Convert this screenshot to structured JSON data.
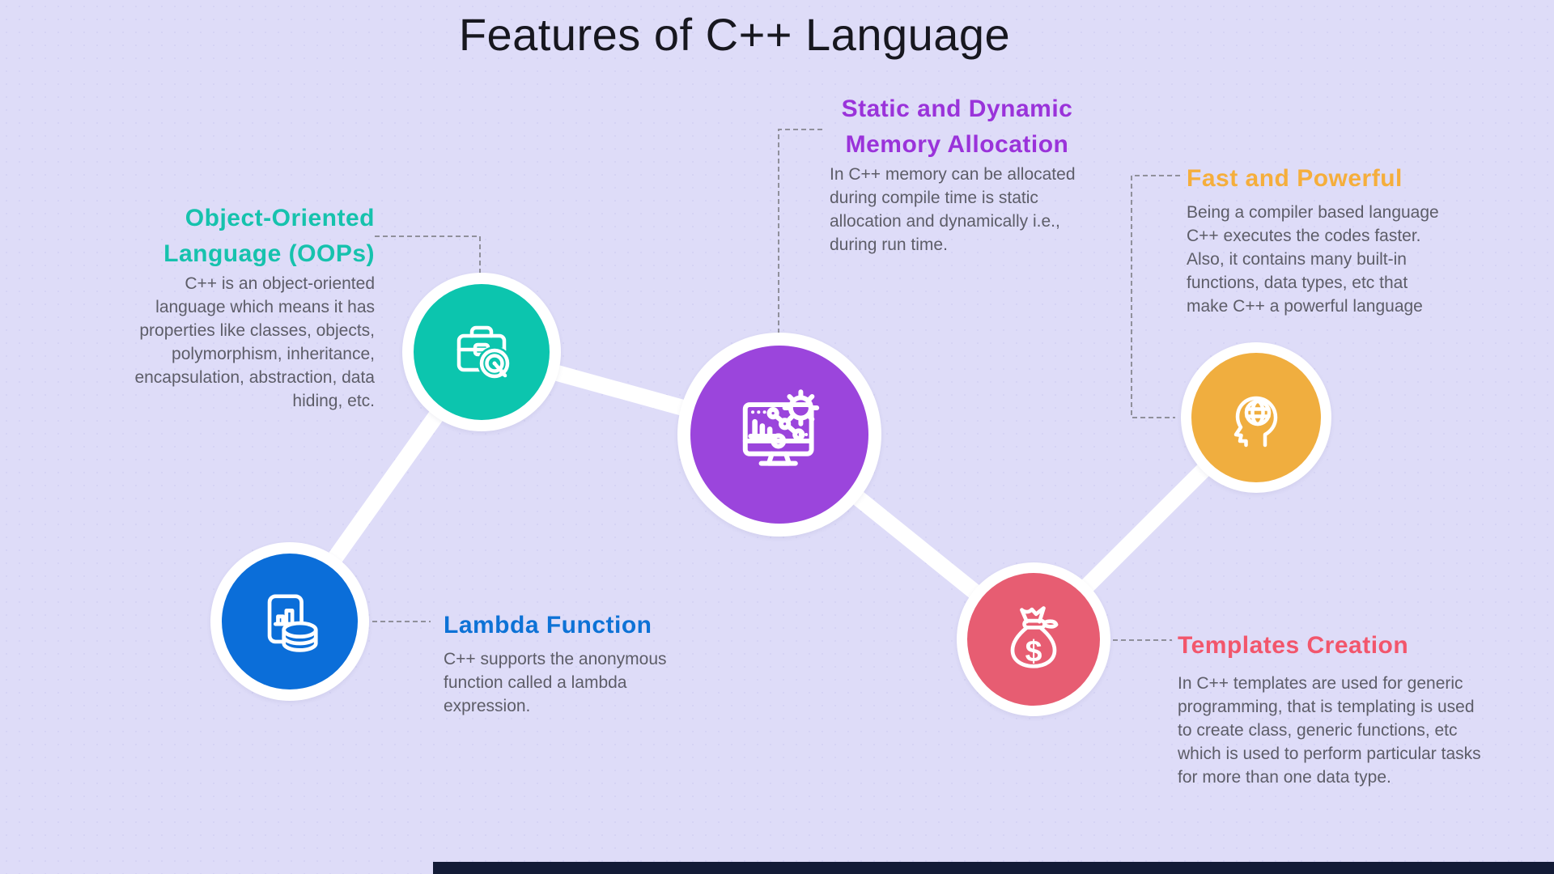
{
  "title": "Features of C++ Language",
  "canvas": {
    "background_color": "#dedcf8",
    "bottom_bar_color": "#131b36",
    "connector_line_color": "#ffffff",
    "dashed_line_color": "#90909b",
    "body_text_color": "#5d5d68"
  },
  "features": [
    {
      "id": "oop",
      "heading": "Object-Oriented\nLanguage (OOPs)",
      "body": "C++ is an object-oriented\nlanguage which means it has\nproperties like classes, objects,\npolymorphism, inheritance,\nencapsulation, abstraction, data\nhiding, etc.",
      "accent": "#16c2ad",
      "circle_color": "#0cc5ae",
      "icon": "briefcase-target-icon"
    },
    {
      "id": "memory",
      "heading": "Static and Dynamic\nMemory Allocation",
      "body": "In C++ memory can be allocated\nduring compile time is static\nallocation and dynamically i.e.,\nduring run time.",
      "accent": "#9a33da",
      "circle_color": "#9b45dc",
      "icon": "monitor-analytics-gear-icon"
    },
    {
      "id": "fast",
      "heading": "Fast and Powerful",
      "body": "Being a compiler based language\nC++ executes the codes faster.\nAlso, it contains many built-in\nfunctions, data types, etc that\nmake C++ a powerful language",
      "accent": "#f5ae3c",
      "circle_color": "#f0ae3f",
      "icon": "head-globe-icon"
    },
    {
      "id": "lambda",
      "heading": "Lambda Function",
      "body": "C++ supports the anonymous\nfunction called a lambda\nexpression.",
      "accent": "#0d72d6",
      "circle_color": "#0b6ed9",
      "icon": "tablet-chart-database-icon"
    },
    {
      "id": "templates",
      "heading": "Templates Creation",
      "body": "In C++ templates are used for generic\nprogramming, that is templating is used\nto create class, generic functions, etc\nwhich is used to perform particular tasks\nfor more than one data type.",
      "accent": "#f2566c",
      "circle_color": "#e75d72",
      "icon": "money-bag-icon"
    }
  ]
}
